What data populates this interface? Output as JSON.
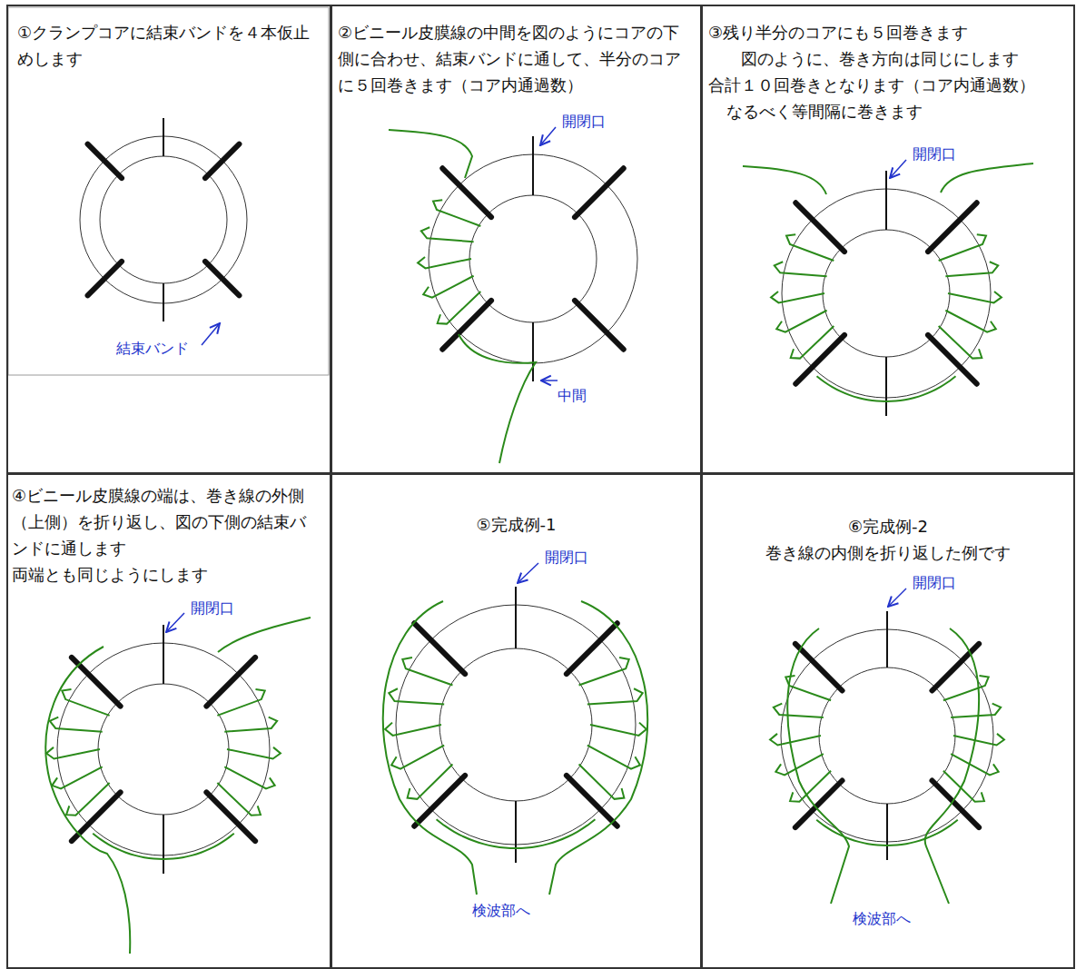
{
  "diagram": {
    "nodes": [
      {
        "text": [
          "①クランプコアに結束バンドを４本仮止めします"
        ]
      },
      {
        "text": [
          "②ビニール皮膜線の中間を図のようにコアの下側に合わせ、結束バンドに通して、半分のコアに５回巻きます（コア内通過数）"
        ]
      },
      {
        "text": [
          "③残り半分のコアにも５回巻きます",
          "図のように、巻き方向は同じにします",
          "合計１０回巻きとなります（コア内通過数）",
          "なるべく等間隔に巻きます"
        ]
      },
      {
        "text": [
          "④ビニール皮膜線の端は、巻き線の外側（上側）を折り返し、図の下側の結束バンドに通します",
          "両端とも同じようにします"
        ]
      },
      {
        "text": [
          "⑤完成例-1"
        ]
      },
      {
        "text": [
          "⑥完成例-2",
          "巻き線の内側を折り返した例です"
        ]
      }
    ],
    "labels": [
      "結束バンド",
      "開閉口",
      "中間",
      "開閉口",
      "開閉口",
      "開閉口",
      "検波部へ",
      "開閉口",
      "検波部へ"
    ]
  }
}
